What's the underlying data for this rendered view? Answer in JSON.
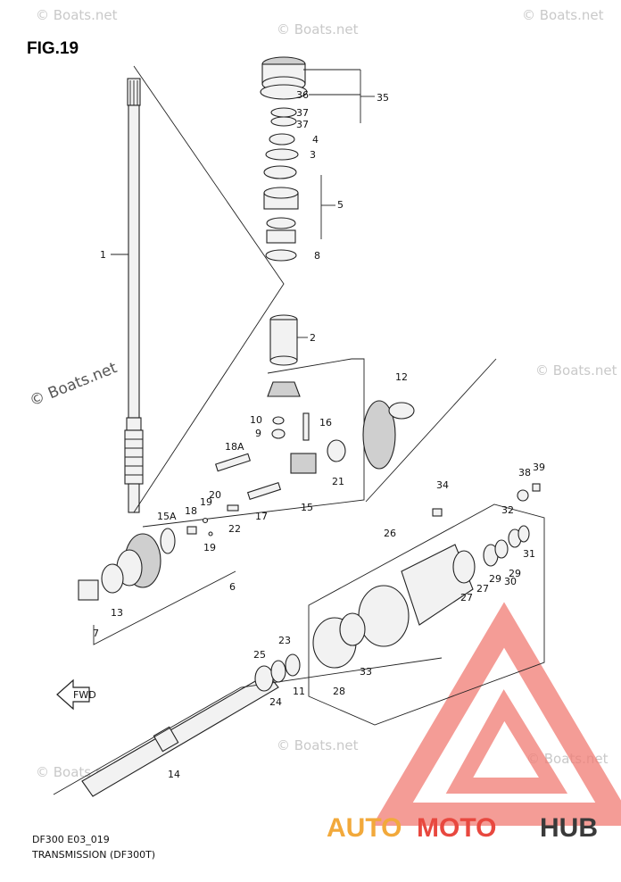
{
  "figure": {
    "title": "FIG.19",
    "code": "DF300 E03_019",
    "name": "TRANSMISSION (DF300T)"
  },
  "watermarks": {
    "text": "© Boats.net",
    "strong_text": "© Boats.net"
  },
  "fwd_label": "FWD",
  "logo": {
    "part1": "AUTO",
    "part2": "MOTO",
    "part3": "HUB",
    "color_auto": "#f2a93b",
    "color_moto": "#e8483f",
    "color_hub": "#3a3a3a",
    "triangle_color": "#f07b73"
  },
  "callouts": [
    "1",
    "2",
    "3",
    "4",
    "5",
    "6",
    "7",
    "8",
    "9",
    "10",
    "11",
    "12",
    "13",
    "14",
    "15",
    "15A",
    "16",
    "17",
    "18",
    "18A",
    "19",
    "19",
    "20",
    "21",
    "22",
    "23",
    "24",
    "25",
    "26",
    "27",
    "27",
    "28",
    "29",
    "29",
    "30",
    "31",
    "32",
    "33",
    "34",
    "35",
    "36",
    "37",
    "37",
    "38",
    "39"
  ]
}
